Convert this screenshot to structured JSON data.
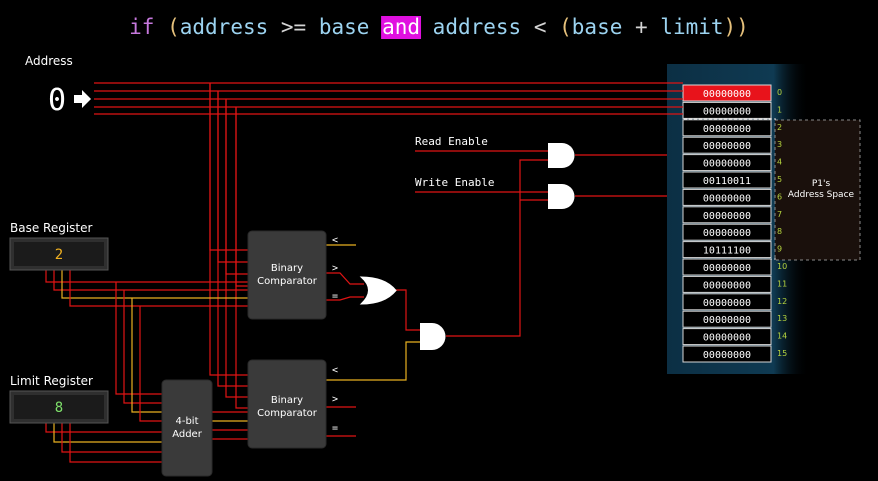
{
  "title": {
    "parts": [
      {
        "text": "if ",
        "role": "keyword"
      },
      {
        "text": "(",
        "role": "paren"
      },
      {
        "text": "address",
        "role": "identifier"
      },
      {
        "text": " >= ",
        "role": "operator"
      },
      {
        "text": "base",
        "role": "identifier"
      },
      {
        "text": " ",
        "role": "space"
      },
      {
        "text": "and",
        "role": "highlight"
      },
      {
        "text": " ",
        "role": "space"
      },
      {
        "text": "address",
        "role": "identifier"
      },
      {
        "text": " < ",
        "role": "operator"
      },
      {
        "text": "(",
        "role": "paren"
      },
      {
        "text": "base",
        "role": "identifier"
      },
      {
        "text": " + ",
        "role": "operator"
      },
      {
        "text": "limit",
        "role": "identifier"
      },
      {
        "text": ")",
        "role": "paren"
      },
      {
        "text": ")",
        "role": "paren"
      }
    ]
  },
  "address": {
    "label": "Address",
    "value": "0"
  },
  "base_register": {
    "label": "Base Register",
    "value": "2"
  },
  "limit_register": {
    "label": "Limit Register",
    "value": "8"
  },
  "comparator_top": {
    "line1": "Binary",
    "line2": "Comparator",
    "out_lt": "<",
    "out_gt": ">",
    "out_eq": "="
  },
  "comparator_bottom": {
    "line1": "Binary",
    "line2": "Comparator",
    "out_lt": "<",
    "out_gt": ">",
    "out_eq": "="
  },
  "adder": {
    "line1": "4-bit",
    "line2": "Adder"
  },
  "read_enable_label": "Read Enable",
  "write_enable_label": "Write Enable",
  "memory": {
    "cells": [
      {
        "index": "0",
        "value": "00000000",
        "highlighted": true
      },
      {
        "index": "1",
        "value": "00000000"
      },
      {
        "index": "2",
        "value": "00000000"
      },
      {
        "index": "3",
        "value": "00000000"
      },
      {
        "index": "4",
        "value": "00000000"
      },
      {
        "index": "5",
        "value": "00110011"
      },
      {
        "index": "6",
        "value": "00000000"
      },
      {
        "index": "7",
        "value": "00000000"
      },
      {
        "index": "8",
        "value": "00000000"
      },
      {
        "index": "9",
        "value": "10111100"
      },
      {
        "index": "10",
        "value": "00000000"
      },
      {
        "index": "11",
        "value": "00000000"
      },
      {
        "index": "12",
        "value": "00000000"
      },
      {
        "index": "13",
        "value": "00000000"
      },
      {
        "index": "14",
        "value": "00000000"
      },
      {
        "index": "15",
        "value": "00000000"
      }
    ],
    "region_line1": "P1's",
    "region_line2": "Address Space"
  },
  "colors": {
    "background": "#000000",
    "wire_red": "#e01414",
    "wire_yellow": "#e8b020",
    "keyword": "#c678dd",
    "identifier": "#9cd3f0",
    "operator": "#d4d4d4",
    "paren": "#e5c07b",
    "highlight_bg": "#e010e0",
    "highlight_fg": "#ffffff",
    "cell_highlight": "#e8131b",
    "memory_panel": "#0f3346",
    "index_color": "#b5d43f",
    "base_value": "#f0b020",
    "limit_value": "#7ee06a"
  }
}
